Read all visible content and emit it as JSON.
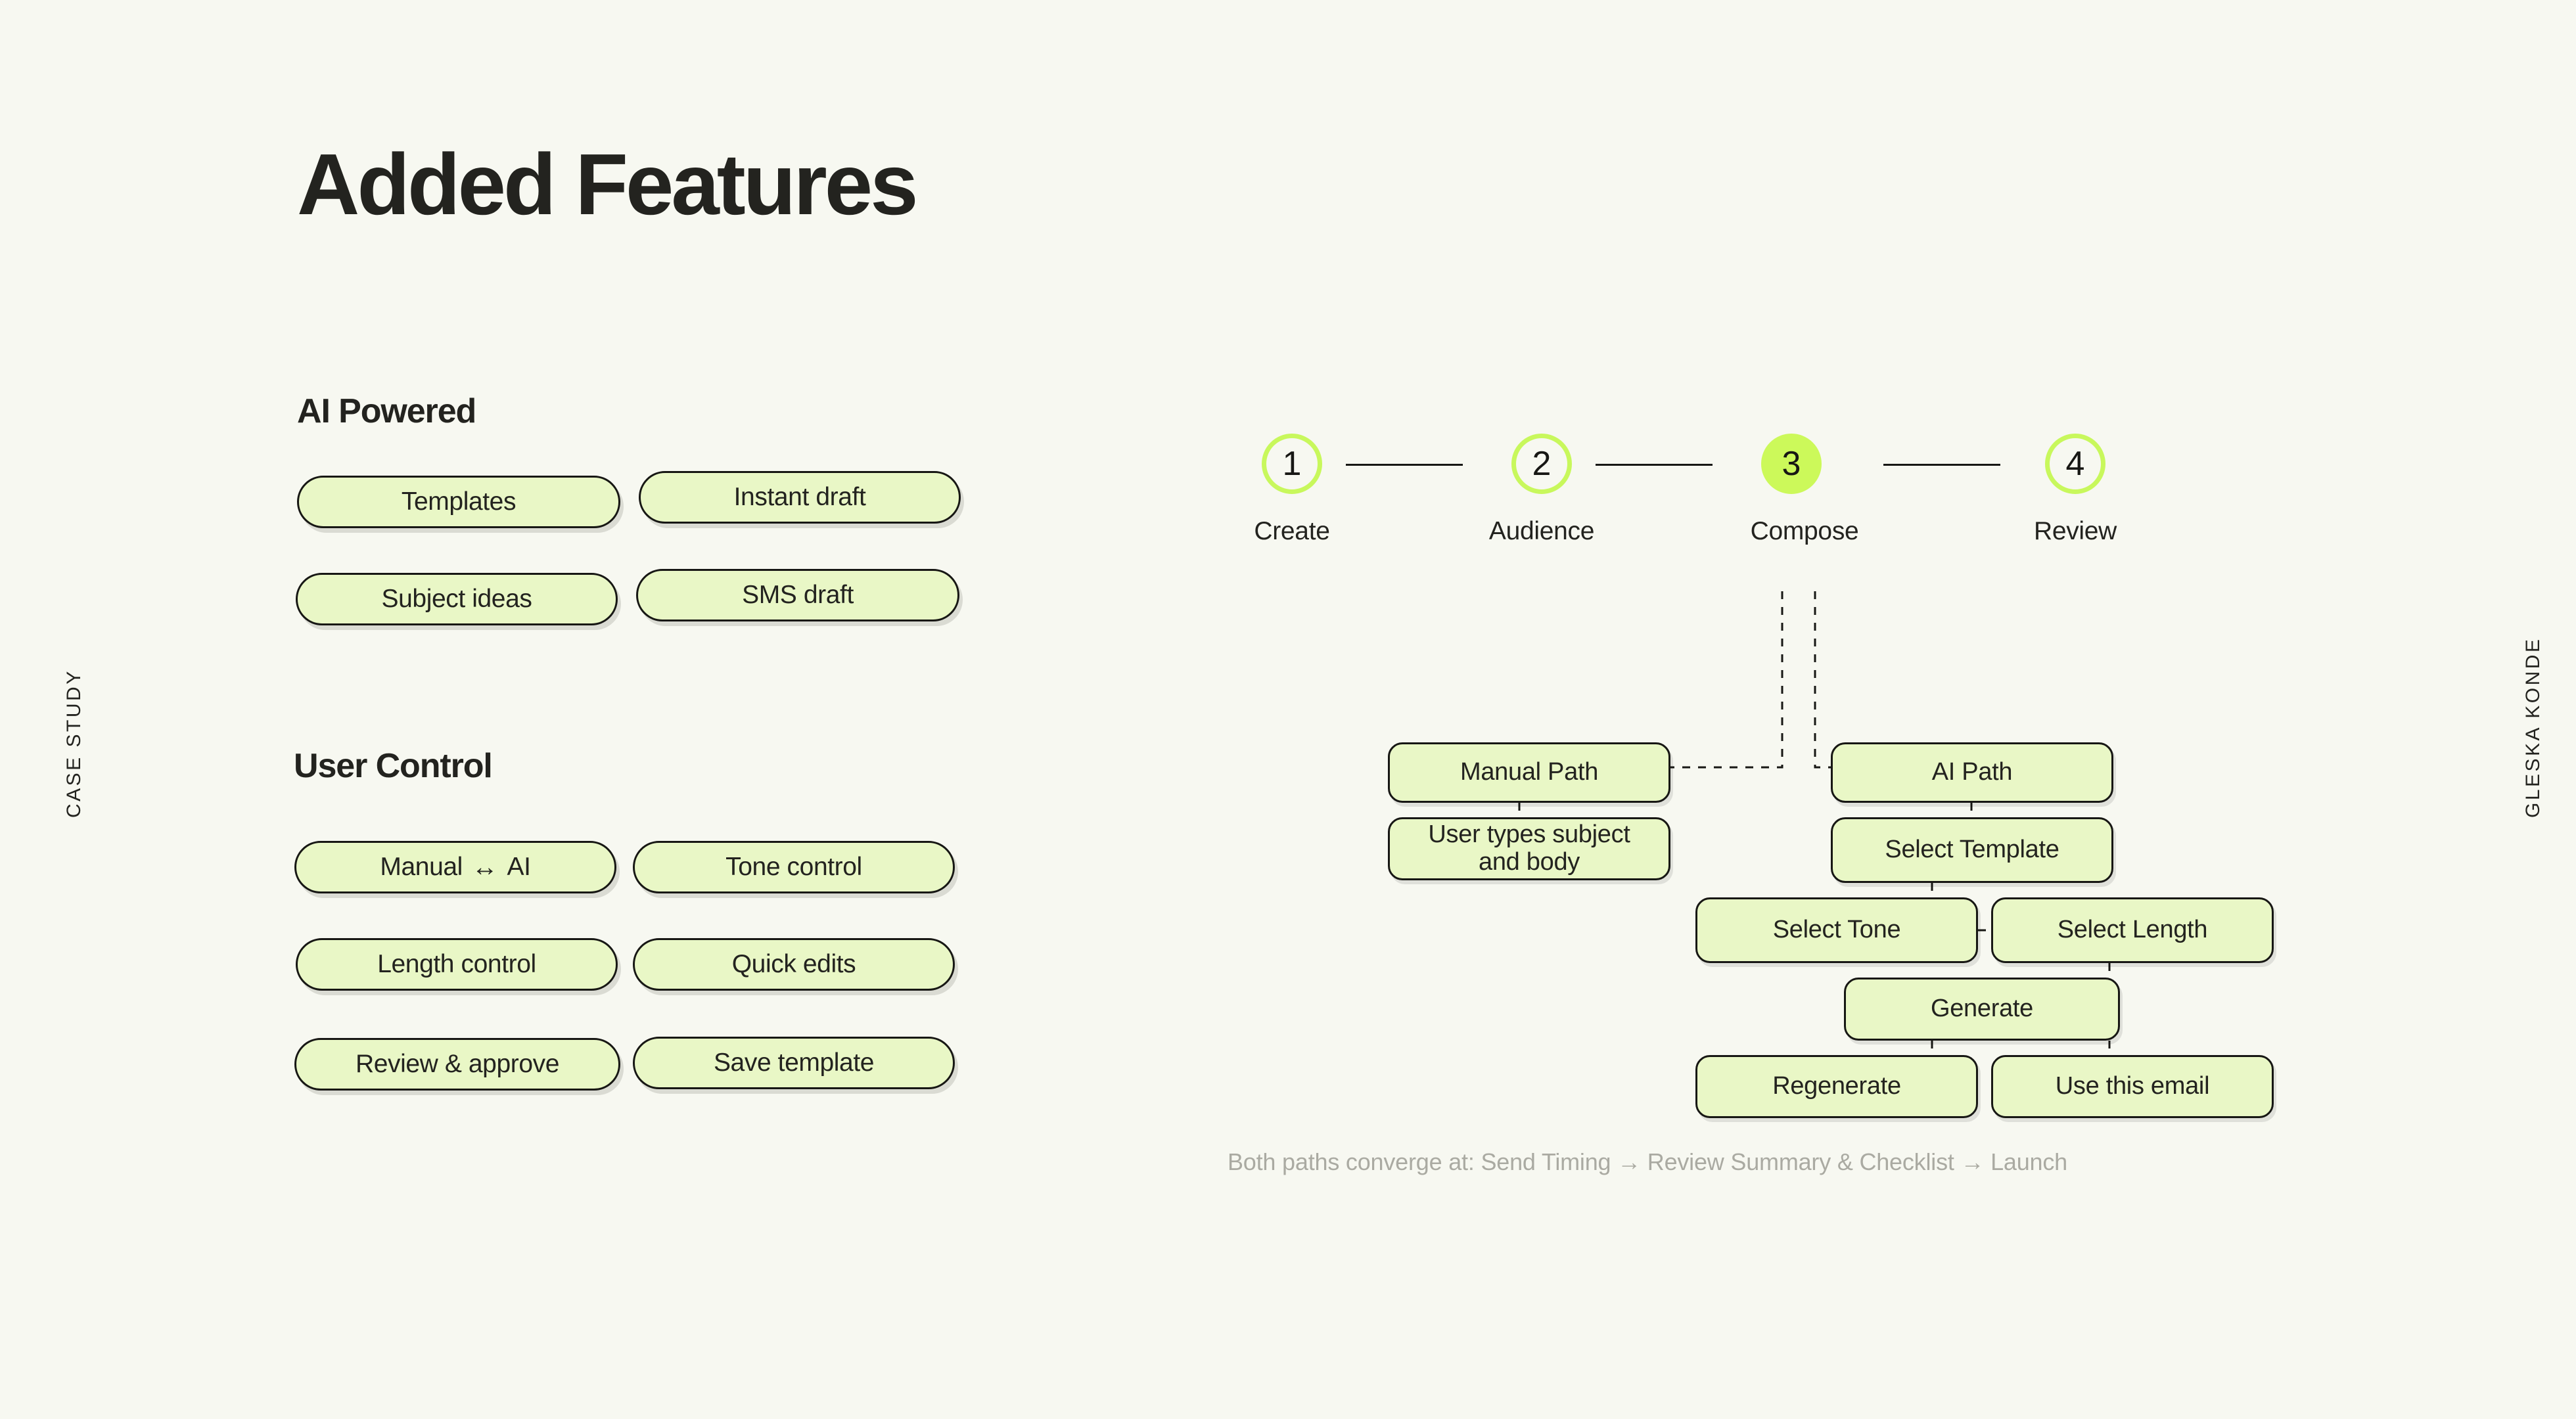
{
  "meta": {
    "side_label_left": "CASE STUDY",
    "side_label_right": "GLESKA KONDE",
    "background_color": "#f7f8f1",
    "accent_color": "#ccf95a",
    "pill_fill_color": "#e9f7c6",
    "ink_color": "#23231f",
    "muted_color": "#aaaaa2"
  },
  "title": "Added Features",
  "sections": [
    {
      "heading": "AI Powered",
      "pills": [
        {
          "label": "Templates"
        },
        {
          "label": "Instant draft"
        },
        {
          "label": "Subject ideas"
        },
        {
          "label": "SMS draft"
        }
      ]
    },
    {
      "heading": "User Control",
      "pills": [
        {
          "label_before": "Manual",
          "arrow": "↔",
          "label_after": "AI"
        },
        {
          "label": "Tone control"
        },
        {
          "label": "Length control"
        },
        {
          "label": "Quick edits"
        },
        {
          "label": "Review & approve"
        },
        {
          "label": "Save template"
        }
      ]
    }
  ],
  "stepper": {
    "steps": [
      {
        "number": "1",
        "label": "Create",
        "active": false
      },
      {
        "number": "2",
        "label": "Audience",
        "active": false
      },
      {
        "number": "3",
        "label": "Compose",
        "active": true
      },
      {
        "number": "4",
        "label": "Review",
        "active": false
      }
    ]
  },
  "flow": {
    "nodes": {
      "manual_path": "Manual Path",
      "user_types": "User types subject\nand body",
      "ai_path": "AI Path",
      "select_template": "Select Template",
      "select_tone": "Select Tone",
      "select_length": "Select Length",
      "generate": "Generate",
      "regenerate": "Regenerate",
      "use_this_email": "Use this email"
    },
    "note": "Both paths converge at: Send Timing → Review Summary & Checklist → Launch"
  }
}
